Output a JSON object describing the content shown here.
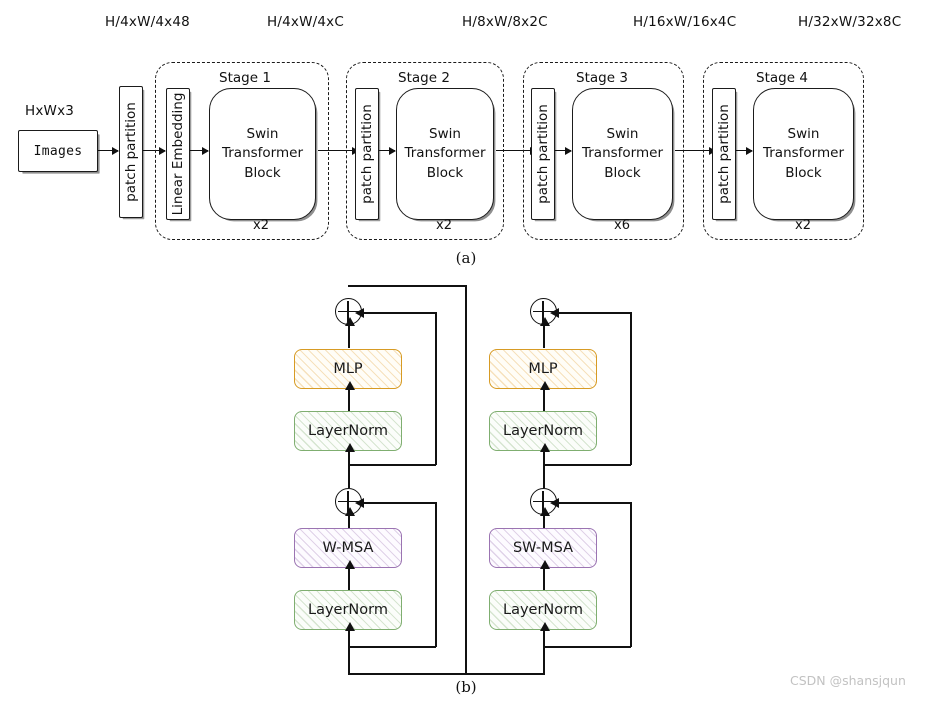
{
  "figure": {
    "panel_a_caption": "(a)",
    "panel_b_caption": "(b)"
  },
  "panel_a": {
    "dimension_labels": [
      "H/4xW/4x48",
      "H/4xW/4xC",
      "H/8xW/8x2C",
      "H/16xW/16x4C",
      "H/32xW/32x8C"
    ],
    "input_label": "HxWx3",
    "input_box": "Images",
    "patch_partition_label": "patch partition",
    "linear_embedding_label": "Linear Embedding",
    "block_label": "Swin\nTransformer\nBlock",
    "block_label_lines": [
      "Swin",
      "Transformer",
      "Block"
    ],
    "stages": [
      {
        "title": "Stage 1",
        "multiplier": "x2",
        "pre_module": "Linear Embedding"
      },
      {
        "title": "Stage 2",
        "multiplier": "x2",
        "pre_module": "patch partition"
      },
      {
        "title": "Stage 3",
        "multiplier": "x6",
        "pre_module": "patch partition"
      },
      {
        "title": "Stage 4",
        "multiplier": "x2",
        "pre_module": "patch partition"
      }
    ]
  },
  "panel_b": {
    "blocks": [
      {
        "name": "w-msa-block",
        "modules": [
          {
            "label": "MLP",
            "kind": "mlp"
          },
          {
            "label": "LayerNorm",
            "kind": "norm"
          },
          {
            "label": "W-MSA",
            "kind": "attn"
          },
          {
            "label": "LayerNorm",
            "kind": "norm"
          }
        ]
      },
      {
        "name": "sw-msa-block",
        "modules": [
          {
            "label": "MLP",
            "kind": "mlp"
          },
          {
            "label": "LayerNorm",
            "kind": "norm"
          },
          {
            "label": "SW-MSA",
            "kind": "attn"
          },
          {
            "label": "LayerNorm",
            "kind": "norm"
          }
        ]
      }
    ],
    "residual_symbol": "+"
  },
  "colors": {
    "norm_border": "#7fae70",
    "mlp_border": "#d79b24",
    "attn_border": "#9b74b2",
    "wire": "#111111",
    "watermark": "#c2c2c2"
  },
  "watermark": "CSDN @shansjqun"
}
